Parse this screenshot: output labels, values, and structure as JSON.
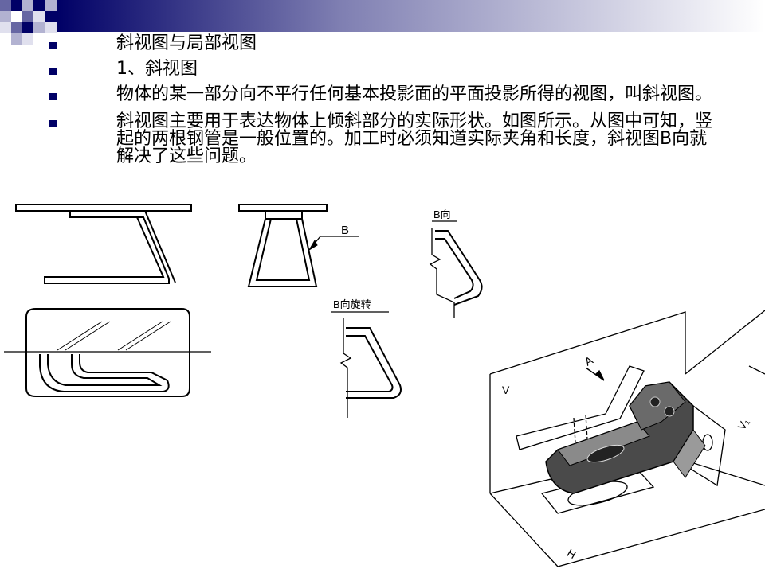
{
  "slide": {
    "accent_color": "#000066",
    "bullets": [
      {
        "text": "斜视图与局部视图"
      },
      {
        "text": "1、斜视图"
      },
      {
        "text": "物体的某一部分向不平行任何基本投影面的平面投影所得的视图，叫斜视图。"
      },
      {
        "text": "斜视图主要用于表达物体上倾斜部分的实际形状。如图所示。从图中可知，竖起的两根钢管是一般位置的。加工时必须知道实际夹角和长度，斜视图B向就解决了这些问题。"
      }
    ]
  },
  "figures": {
    "label_b": "B",
    "label_b_view": "B向",
    "label_b_rotated": "B向旋转",
    "label_a": "A",
    "label_v": "V",
    "label_v1": "V₁",
    "label_h": "H"
  }
}
